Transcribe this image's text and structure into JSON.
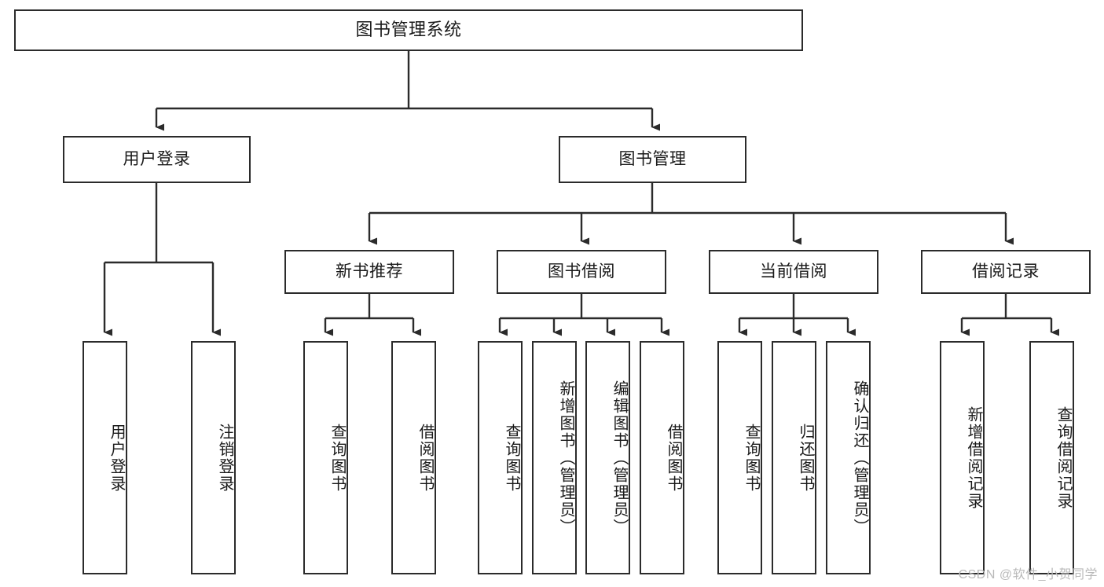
{
  "diagram": {
    "type": "tree-hierarchy",
    "title": "图书管理系统",
    "watermark": "CSDN @软件_小贺同学",
    "colors": {
      "stroke": "#2b2b2b",
      "fill": "#ffffff",
      "text": "#1a1a1a",
      "watermark": "#b9b9b9"
    },
    "levels": [
      {
        "level": 1,
        "nodes": [
          {
            "id": "root",
            "label": "图书管理系统",
            "orientation": "horizontal"
          }
        ]
      },
      {
        "level": 2,
        "nodes": [
          {
            "id": "login",
            "label": "用户登录",
            "orientation": "horizontal",
            "parent": "root"
          },
          {
            "id": "bookmgmt",
            "label": "图书管理",
            "orientation": "horizontal",
            "parent": "root"
          }
        ]
      },
      {
        "level": 3,
        "nodes": [
          {
            "id": "newbook",
            "label": "新书推荐",
            "orientation": "horizontal",
            "parent": "bookmgmt"
          },
          {
            "id": "borrow",
            "label": "图书借阅",
            "orientation": "horizontal",
            "parent": "bookmgmt"
          },
          {
            "id": "current",
            "label": "当前借阅",
            "orientation": "horizontal",
            "parent": "bookmgmt"
          },
          {
            "id": "records",
            "label": "借阅记录",
            "orientation": "horizontal",
            "parent": "bookmgmt"
          }
        ]
      },
      {
        "level": 4,
        "nodes": [
          {
            "id": "leaf1",
            "label": "用户登录",
            "orientation": "vertical",
            "parent": "login"
          },
          {
            "id": "leaf2",
            "label": "注销登录",
            "orientation": "vertical",
            "parent": "login"
          },
          {
            "id": "leaf3",
            "label": "查询图书",
            "orientation": "vertical",
            "parent": "newbook"
          },
          {
            "id": "leaf4",
            "label": "借阅图书",
            "orientation": "vertical",
            "parent": "newbook"
          },
          {
            "id": "leaf5",
            "label": "查询图书",
            "orientation": "vertical",
            "parent": "borrow"
          },
          {
            "id": "leaf6",
            "label": "新增图书（管理员）",
            "orientation": "vertical",
            "parent": "borrow"
          },
          {
            "id": "leaf7",
            "label": "编辑图书（管理员）",
            "orientation": "vertical",
            "parent": "borrow"
          },
          {
            "id": "leaf8",
            "label": "借阅图书",
            "orientation": "vertical",
            "parent": "borrow"
          },
          {
            "id": "leaf9",
            "label": "查询图书",
            "orientation": "vertical",
            "parent": "current"
          },
          {
            "id": "leaf10",
            "label": "归还图书",
            "orientation": "vertical",
            "parent": "current"
          },
          {
            "id": "leaf11",
            "label": "确认归还（管理员）",
            "orientation": "vertical",
            "parent": "current"
          },
          {
            "id": "leaf12",
            "label": "新增借阅记录",
            "orientation": "vertical",
            "parent": "records"
          },
          {
            "id": "leaf13",
            "label": "查询借阅记录",
            "orientation": "vertical",
            "parent": "records"
          }
        ]
      }
    ]
  }
}
